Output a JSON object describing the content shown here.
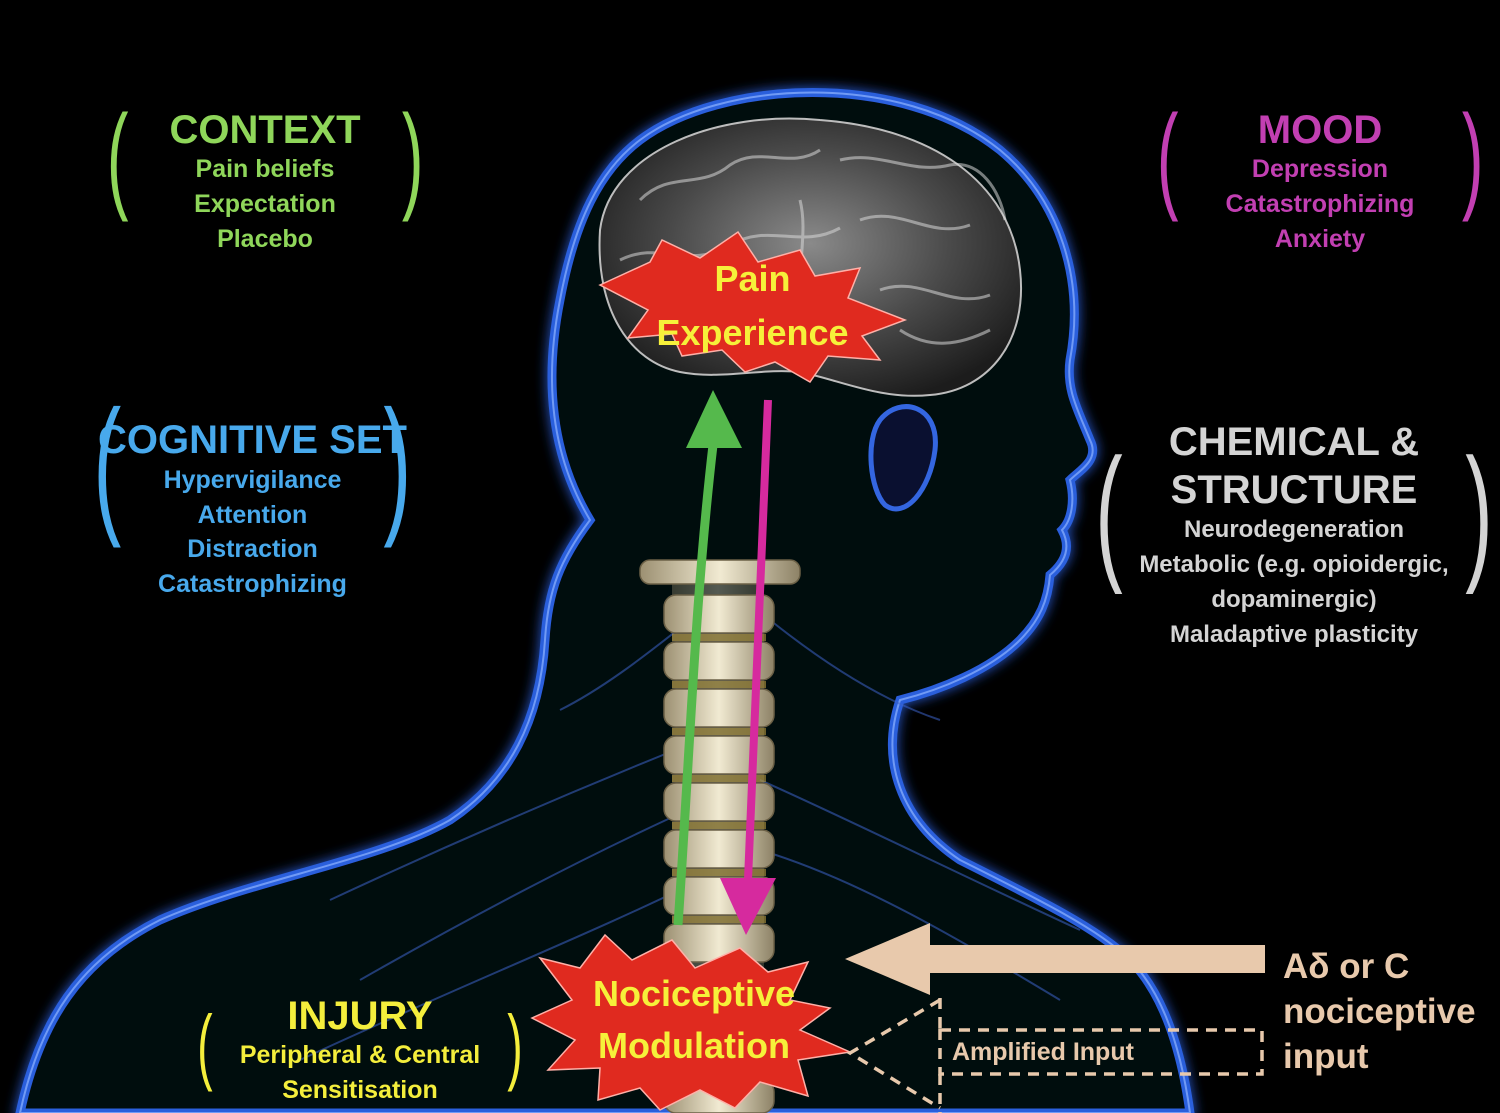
{
  "factors": {
    "context": {
      "title": "CONTEXT",
      "items": [
        "Pain beliefs",
        "Expectation",
        "Placebo"
      ],
      "color": "#8fd65a"
    },
    "mood": {
      "title": "MOOD",
      "items": [
        "Depression",
        "Catastrophizing",
        "Anxiety"
      ],
      "color": "#c23fb2"
    },
    "cognitive_set": {
      "title": "COGNITIVE SET",
      "items": [
        "Hypervigilance",
        "Attention",
        "Distraction",
        "Catastrophizing"
      ],
      "color": "#48a9ec"
    },
    "chemical_structure": {
      "title_line1": "CHEMICAL &",
      "title_line2": "STRUCTURE",
      "items": [
        "Neurodegeneration",
        "Metabolic (e.g. opioidergic,",
        "dopaminergic)",
        "Maladaptive plasticity"
      ],
      "color": "#d4d4d4"
    },
    "injury": {
      "title": "INJURY",
      "items": [
        "Peripheral & Central",
        "Sensitisation"
      ],
      "color": "#f4ee3c"
    }
  },
  "pain_experience": {
    "line1": "Pain",
    "line2": "Experience",
    "text_color": "#f6f03a",
    "burst_color": "#e02a1f"
  },
  "nociceptive_modulation": {
    "line1": "Nociceptive",
    "line2": "Modulation",
    "text_color": "#f6f03a",
    "burst_color": "#e02a1f"
  },
  "input": {
    "line1": "Aδ or C",
    "line2": "nociceptive",
    "line3": "input",
    "color": "#e8c9ac",
    "amplified_label": "Amplified Input"
  },
  "arrows": {
    "ascending_color": "#55b94c",
    "descending_color": "#d62a9e"
  }
}
